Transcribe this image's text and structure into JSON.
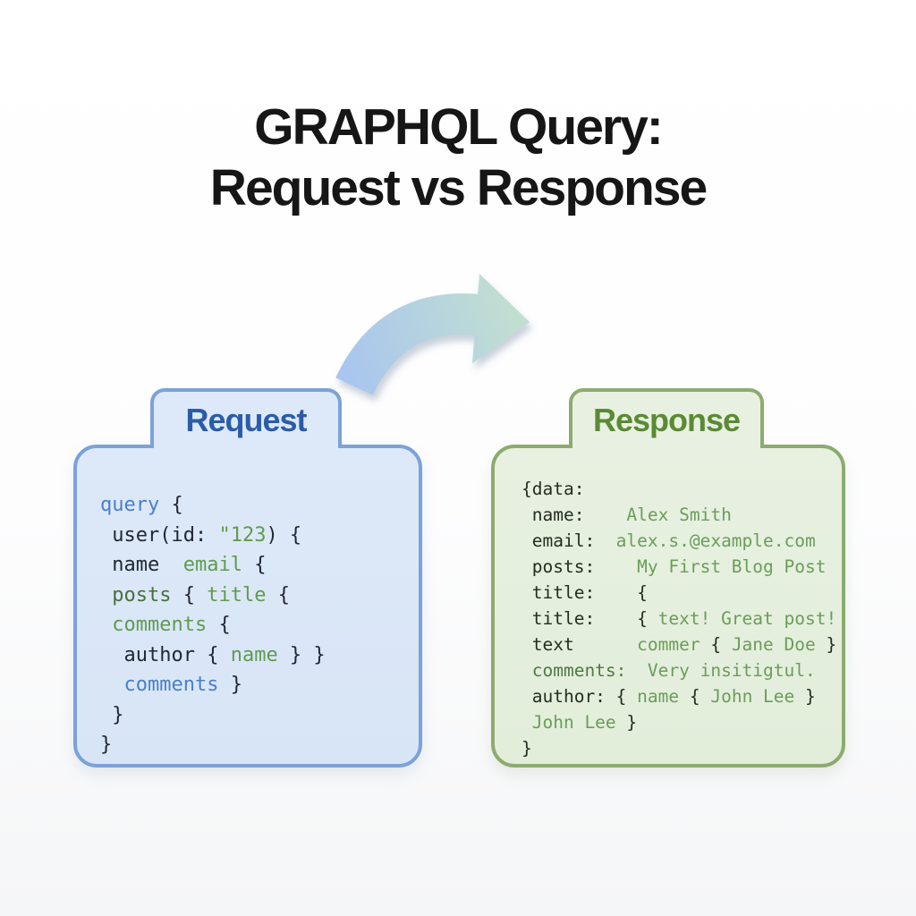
{
  "title": {
    "line1": "GRAPHQL Query:",
    "line2": "Request vs Response"
  },
  "arrow_icon": "curved-right-arrow",
  "panels": {
    "request": {
      "tab_label": "Request",
      "lines": [
        [
          {
            "t": "query ",
            "c": "blue"
          },
          {
            "t": "{",
            "c": "dark"
          }
        ],
        [
          {
            "t": " user(id: ",
            "c": "dark"
          },
          {
            "t": "\"123",
            "c": "green"
          },
          {
            "t": ") {",
            "c": "dark"
          }
        ],
        [
          {
            "t": " name  ",
            "c": "dark"
          },
          {
            "t": "email",
            "c": "green"
          },
          {
            "t": " {",
            "c": "dark"
          }
        ],
        [
          {
            "t": " posts",
            "c": "darkgreen"
          },
          {
            "t": " { ",
            "c": "dark"
          },
          {
            "t": "title",
            "c": "green"
          },
          {
            "t": " {",
            "c": "dark"
          }
        ],
        [
          {
            "t": " comments",
            "c": "green"
          },
          {
            "t": " {",
            "c": "dark"
          }
        ],
        [
          {
            "t": "  author { ",
            "c": "dark"
          },
          {
            "t": "name",
            "c": "green"
          },
          {
            "t": " } }",
            "c": "dark"
          }
        ],
        [
          {
            "t": "  comments",
            "c": "blue"
          },
          {
            "t": " }",
            "c": "dark"
          }
        ],
        [
          {
            "t": " }",
            "c": "dark"
          }
        ],
        [
          {
            "t": "}",
            "c": "dark"
          }
        ]
      ]
    },
    "response": {
      "tab_label": "Response",
      "lines": [
        [
          {
            "t": "{data:",
            "c": "dark"
          }
        ],
        [
          {
            "t": " name:    ",
            "c": "dark"
          },
          {
            "t": "Alex Smith",
            "c": "green"
          }
        ],
        [
          {
            "t": " email:  ",
            "c": "dark"
          },
          {
            "t": "alex.s.@example.com",
            "c": "green"
          }
        ],
        [
          {
            "t": " posts:    ",
            "c": "dark"
          },
          {
            "t": "My First Blog Post",
            "c": "green"
          }
        ],
        [
          {
            "t": " title:    {",
            "c": "dark"
          }
        ],
        [
          {
            "t": " title:    { ",
            "c": "dark"
          },
          {
            "t": "text! Great post!",
            "c": "green"
          }
        ],
        [
          {
            "t": " text      ",
            "c": "dark"
          },
          {
            "t": "commer ",
            "c": "green"
          },
          {
            "t": "{ ",
            "c": "dark"
          },
          {
            "t": "Jane Doe",
            "c": "green"
          },
          {
            "t": " }",
            "c": "dark"
          }
        ],
        [
          {
            "t": " comments:",
            "c": "darkgreen"
          },
          {
            "t": "  Very insitigtul.",
            "c": "green"
          }
        ],
        [
          {
            "t": " author: { ",
            "c": "dark"
          },
          {
            "t": "name",
            "c": "green"
          },
          {
            "t": " { ",
            "c": "dark"
          },
          {
            "t": "John Lee",
            "c": "green"
          },
          {
            "t": " }",
            "c": "dark"
          }
        ],
        [
          {
            "t": " John Lee",
            "c": "green"
          },
          {
            "t": " }",
            "c": "dark"
          }
        ],
        [
          {
            "t": "}",
            "c": "dark"
          }
        ]
      ]
    }
  },
  "palette": {
    "title_color": "#161616",
    "request": {
      "border": "#7ba2d9",
      "fill": "#dde9f8",
      "tab_text": "#2c5ca9",
      "dark": "#212733",
      "green": "#5f9b50",
      "darkgreen": "#47703c",
      "blue": "#4a80c8"
    },
    "response": {
      "border": "#8cac6e",
      "fill": "#e8f1e1",
      "tab_text": "#5b8a35",
      "dark": "#242d21",
      "green": "#6b9d59",
      "darkgreen": "#4f7a42",
      "blue": "#4a80c8"
    },
    "arrow": {
      "start": "#a9c6ee",
      "end": "#c2e0cf"
    }
  }
}
